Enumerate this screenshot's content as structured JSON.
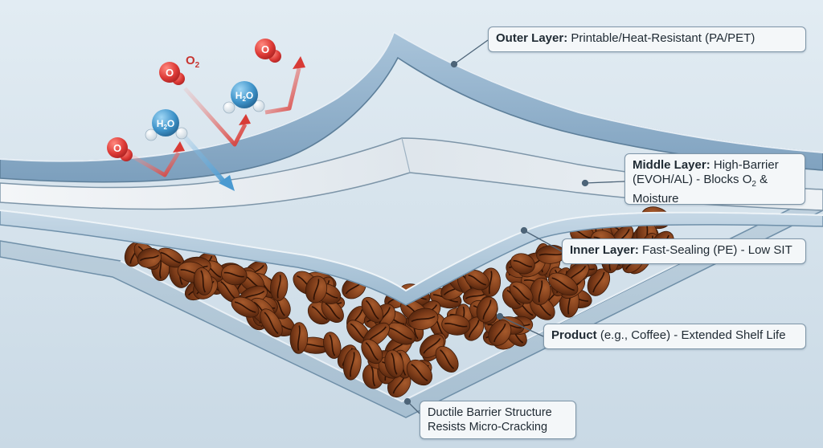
{
  "callouts": {
    "outer": {
      "bold": "Outer Layer:",
      "text": " Printable/Heat-Resistant (PA/PET)"
    },
    "middle": {
      "bold": "Middle Layer:",
      "line1": " High-Barrier",
      "line2a": "(EVOH/AL) - Blocks O",
      "line2sub": "2",
      "line2b": " &",
      "line3": "Moisture"
    },
    "inner": {
      "bold": "Inner Layer:",
      "text": " Fast-Sealing (PE) - Low SIT"
    },
    "product": {
      "bold": "Product",
      "text": " (e.g., Coffee) - Extended Shelf Life"
    },
    "ductile": {
      "line1": "Ductile Barrier Structure",
      "line2": "Resists Micro-Cracking"
    }
  },
  "molecules": {
    "oxygen_atom": "O",
    "o2_label": "O",
    "o2_sub": "2",
    "water_label": "H",
    "water_sub": "2",
    "water_tail": "O"
  },
  "colors": {
    "background": "#d8e5ee",
    "outer_layer": "#8fb1cc",
    "middle_layer": "#e9eef2",
    "inner_layer": "#b5cbdc",
    "oxygen": "#d63a3a",
    "water": "#3a8fc7",
    "coffee": "#6b3316"
  }
}
